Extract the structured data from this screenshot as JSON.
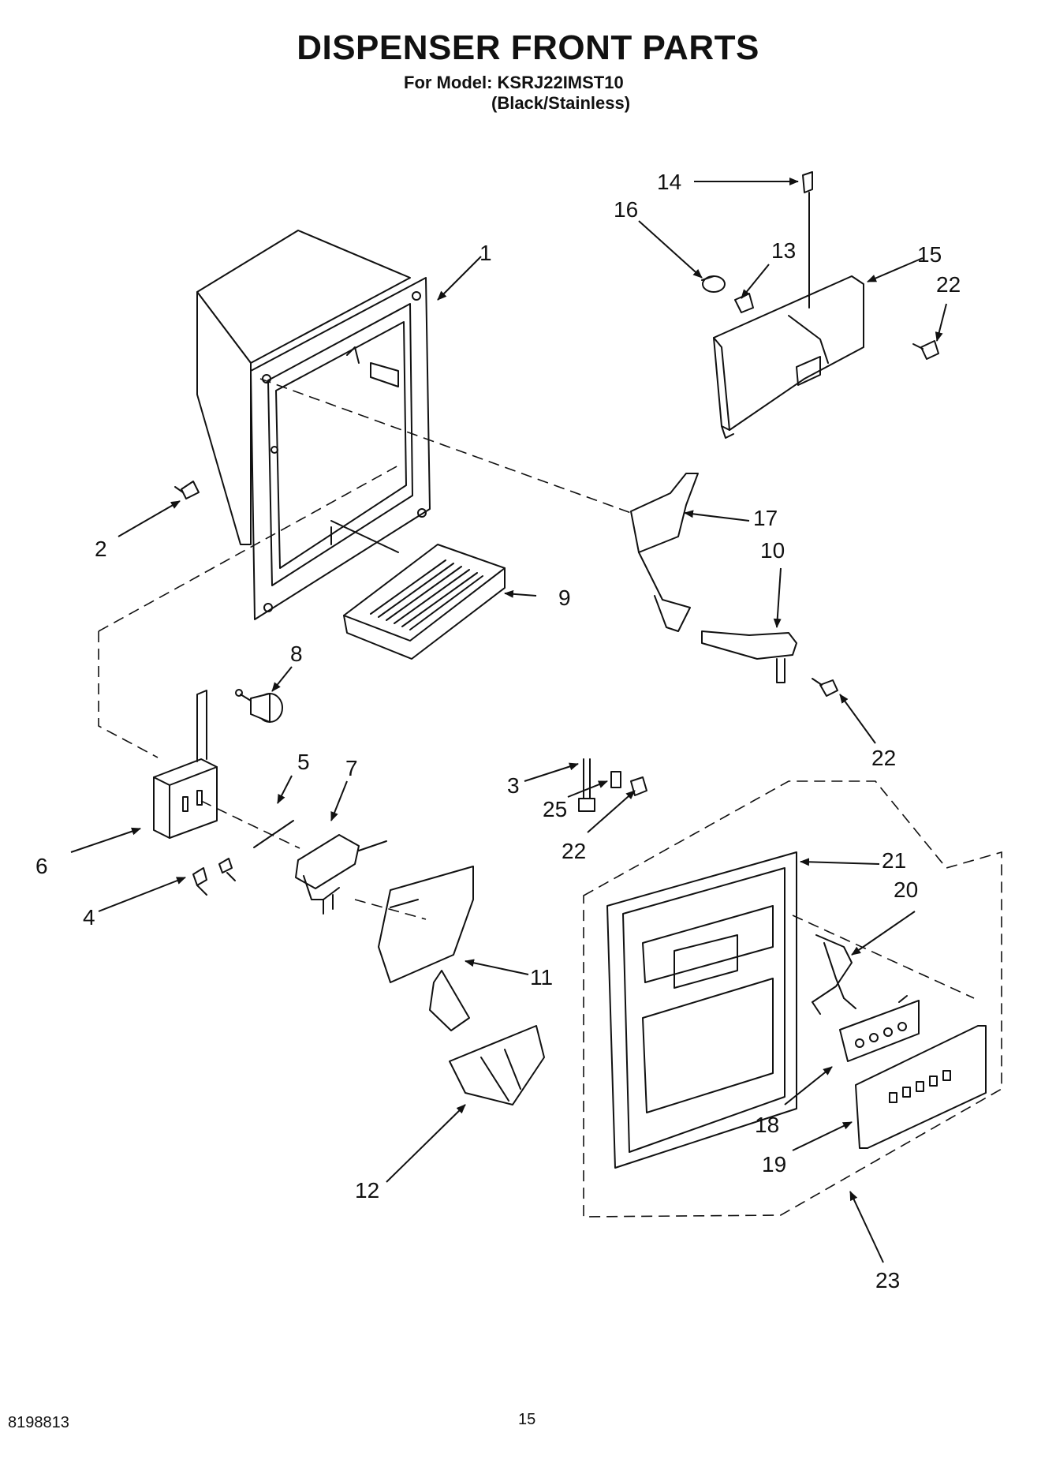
{
  "header": {
    "title": "DISPENSER FRONT PARTS",
    "model_line": "For Model: KSRJ22IMST10",
    "color_line": "(Black/Stainless)"
  },
  "callouts": [
    "1",
    "2",
    "3",
    "4",
    "5",
    "6",
    "7",
    "8",
    "9",
    "10",
    "11",
    "12",
    "13",
    "14",
    "15",
    "16",
    "17",
    "18",
    "19",
    "20",
    "21",
    "22",
    "22",
    "22",
    "23",
    "25"
  ],
  "footer": {
    "doc_number": "8198813",
    "page_number": "15"
  }
}
